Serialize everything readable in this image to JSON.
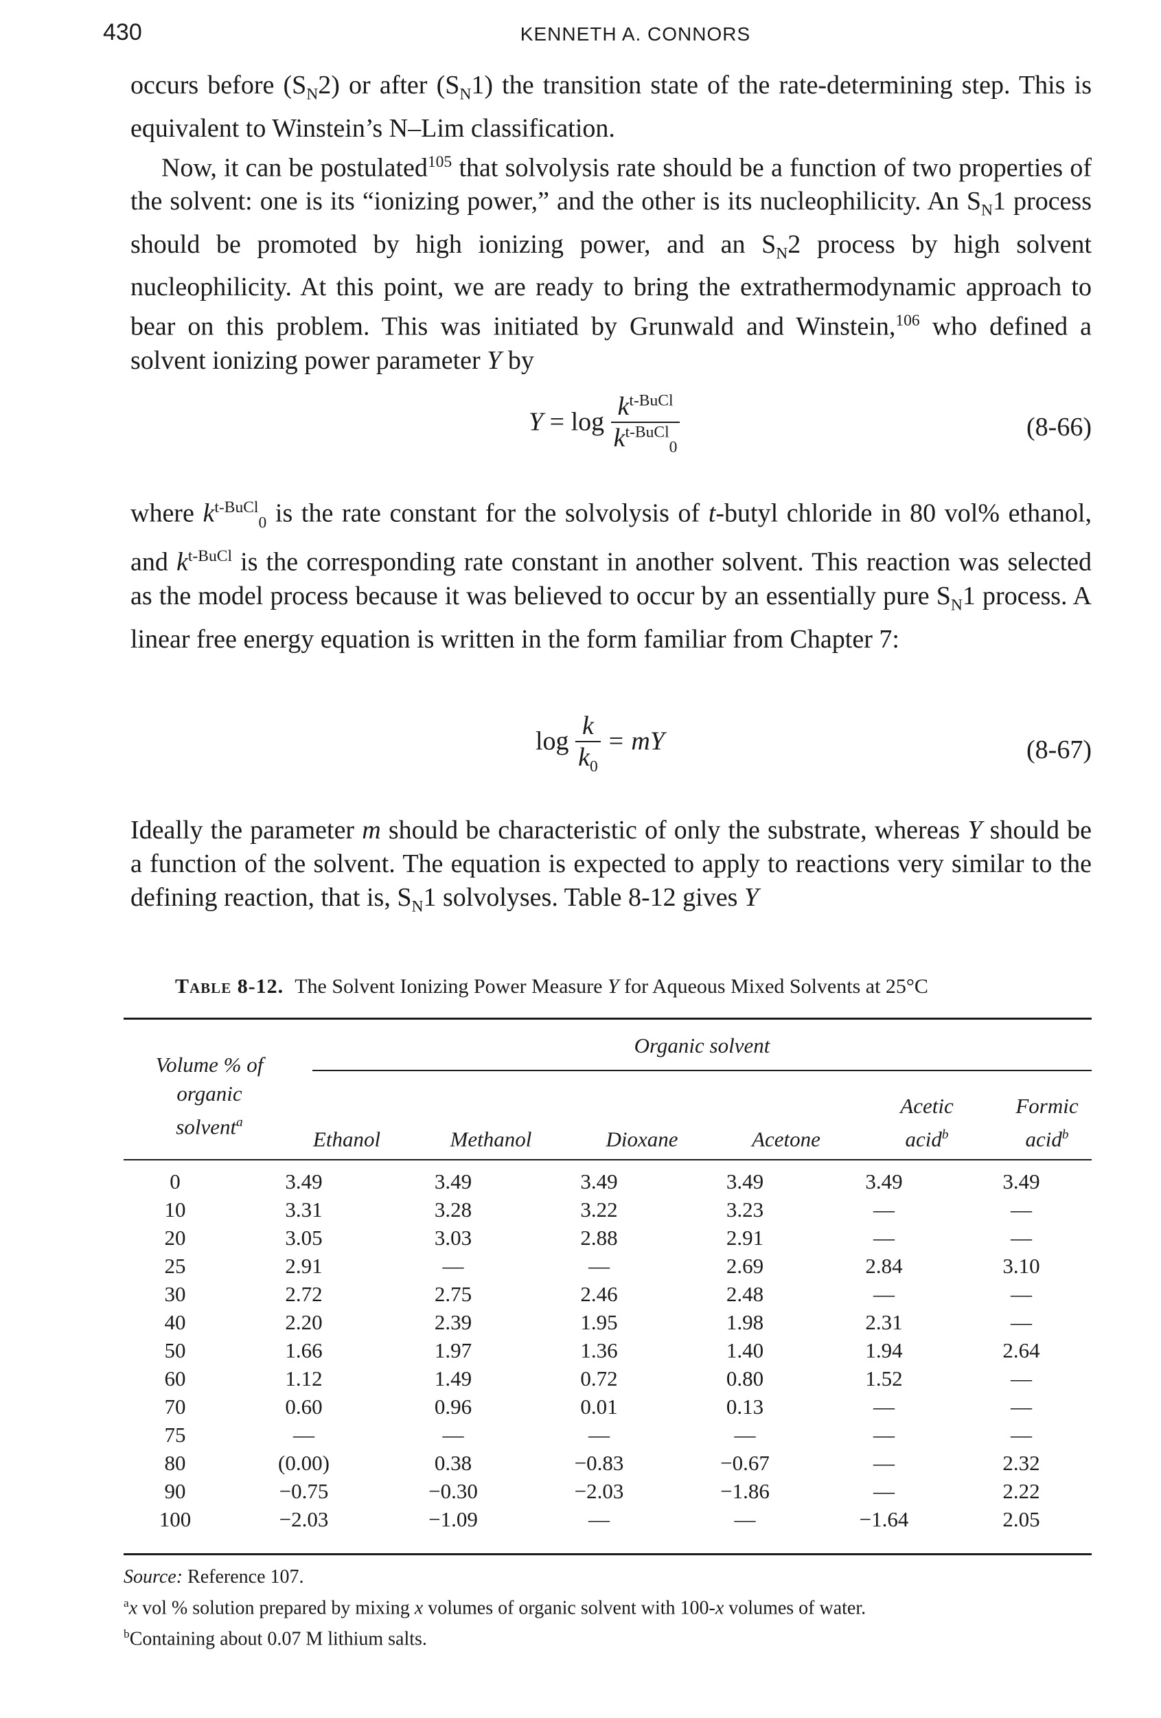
{
  "header": {
    "page_number": "430",
    "running_head": "KENNETH A. CONNORS"
  },
  "body": {
    "p1_a": "occurs before (S",
    "p1_b": "N",
    "p1_c": "2) or after (S",
    "p1_d": "N",
    "p1_e": "1) the transition state of the rate-determining step. This is equivalent to Winstein’s N–Lim classification.",
    "p2_a": "Now, it can be postulated",
    "p2_ref": "105",
    "p2_b": " that solvolysis rate should be a function of two properties of the solvent: one is its “ionizing power,” and the other is its nucleophilicity. An S",
    "p2_c": "N",
    "p2_d": "1 process should be promoted by high ionizing power, and an S",
    "p2_e": "N",
    "p2_f": "2 process by high solvent nucleophilicity. At this point, we are ready to bring the extrathermodynamic approach to bear on this problem. This was initiated by Grunwald and Winstein,",
    "p2_ref2": "106",
    "p2_g": " who defined a solvent ionizing power parameter ",
    "p2_Y": "Y",
    "p2_h": " by",
    "p3_a": "where ",
    "p3_k0": "k",
    "p3_sup1": "t-BuCl",
    "p3_sub1": "0",
    "p3_b": " is the rate constant for the solvolysis of ",
    "p3_t": "t",
    "p3_c": "-butyl chloride in 80 vol% ethanol, and ",
    "p3_k": "k",
    "p3_sup2": "t-BuCl",
    "p3_d": " is the corresponding rate constant in another solvent. This reaction was selected as the model process because it was believed to occur by an essentially pure S",
    "p3_N": "N",
    "p3_e": "1 process. A linear free energy equation is written in the form familiar from Chapter 7:",
    "p4_a": "Ideally the parameter ",
    "p4_m": "m",
    "p4_b": " should be characteristic of only the substrate, whereas ",
    "p4_Y1": "Y",
    "p4_c": " should be a function of the solvent. The equation is expected to apply to reactions very similar to the defining reaction, that is, S",
    "p4_N": "N",
    "p4_d": "1 solvolyses. Table 8-12 gives ",
    "p4_Y2": "Y"
  },
  "equations": {
    "eq1_lhs": "Y",
    "eq1_eq": "=",
    "eq1_log": "log",
    "eq1_num_k": "k",
    "eq1_num_sup": "t-BuCl",
    "eq1_den_k": "k",
    "eq1_den_sup": "t-BuCl",
    "eq1_den_sub": "0",
    "eq1_number": "(8-66)",
    "eq2_log": "log",
    "eq2_num": "k",
    "eq2_den_k": "k",
    "eq2_den_sub": "0",
    "eq2_rhs": "= mY",
    "eq2_number": "(8-67)"
  },
  "table": {
    "number": "Table 8-12.",
    "caption_a": "The Solvent Ionizing Power Measure ",
    "caption_Y": "Y",
    "caption_b": " for Aqueous Mixed Solvents at 25°C",
    "group_header": "Organic solvent",
    "stub_header_1": "Volume % of",
    "stub_header_2": "organic",
    "stub_header_3": "solvent",
    "stub_header_sup": "a",
    "columns": [
      {
        "l1": "",
        "l2": "Ethanol",
        "sup": ""
      },
      {
        "l1": "",
        "l2": "Methanol",
        "sup": ""
      },
      {
        "l1": "",
        "l2": "Dioxane",
        "sup": ""
      },
      {
        "l1": "",
        "l2": "Acetone",
        "sup": ""
      },
      {
        "l1": "Acetic",
        "l2": "acid",
        "sup": "b"
      },
      {
        "l1": "Formic",
        "l2": "acid",
        "sup": "b"
      }
    ],
    "rows": [
      [
        "0",
        "3.49",
        "3.49",
        "3.49",
        "3.49",
        "3.49",
        "3.49"
      ],
      [
        "10",
        "3.31",
        "3.28",
        "3.22",
        "3.23",
        "—",
        "—"
      ],
      [
        "20",
        "3.05",
        "3.03",
        "2.88",
        "2.91",
        "—",
        "—"
      ],
      [
        "25",
        "2.91",
        "—",
        "—",
        "2.69",
        "2.84",
        "3.10"
      ],
      [
        "30",
        "2.72",
        "2.75",
        "2.46",
        "2.48",
        "—",
        "—"
      ],
      [
        "40",
        "2.20",
        "2.39",
        "1.95",
        "1.98",
        "2.31",
        "—"
      ],
      [
        "50",
        "1.66",
        "1.97",
        "1.36",
        "1.40",
        "1.94",
        "2.64"
      ],
      [
        "60",
        "1.12",
        "1.49",
        "0.72",
        "0.80",
        "1.52",
        "—"
      ],
      [
        "70",
        "0.60",
        "0.96",
        "0.01",
        "0.13",
        "—",
        "—"
      ],
      [
        "75",
        "—",
        "—",
        "—",
        "—",
        "—",
        "—"
      ],
      [
        "80",
        "(0.00)",
        "0.38",
        "−0.83",
        "−0.67",
        "—",
        "2.32"
      ],
      [
        "90",
        "−0.75",
        "−0.30",
        "−2.03",
        "−1.86",
        "—",
        "2.22"
      ],
      [
        "100",
        "−2.03",
        "−1.09",
        "—",
        "—",
        "−1.64",
        "2.05"
      ]
    ],
    "source_label": "Source:",
    "source_text": " Reference 107.",
    "note_a_mark": "a",
    "note_a_x1": "x",
    "note_a_1": " vol % solution prepared by mixing ",
    "note_a_x2": "x",
    "note_a_2": " volumes of organic solvent with 100-",
    "note_a_x3": "x",
    "note_a_3": " volumes of water.",
    "note_b_mark": "b",
    "note_b_text": "Containing about 0.07 M lithium salts."
  }
}
